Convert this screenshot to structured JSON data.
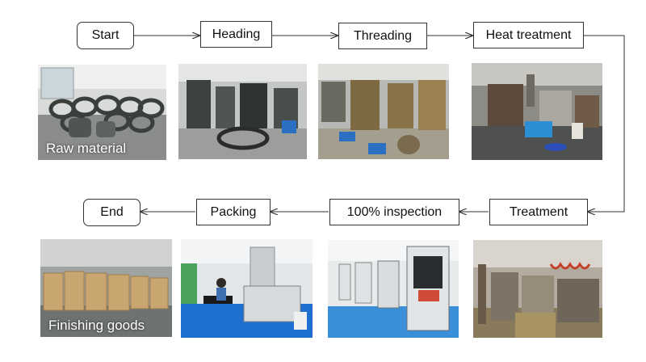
{
  "flow": {
    "start": "Start",
    "heading": "Heading",
    "threading": "Threading",
    "heat_treatment": "Heat treatment",
    "treatment": "Treatment",
    "inspection": "100% inspection",
    "packing": "Packing",
    "end": "End"
  },
  "photos": {
    "raw_material": {
      "caption": "Raw material"
    },
    "heading": {
      "caption": ""
    },
    "threading": {
      "caption": ""
    },
    "heat_treatment": {
      "caption": ""
    },
    "finishing_goods": {
      "caption": "Finishing goods"
    },
    "packing": {
      "caption": ""
    },
    "inspection": {
      "caption": ""
    },
    "treatment": {
      "caption": ""
    }
  },
  "colors": {
    "arrow": "#333333",
    "box_border": "#333333",
    "factory_floor": "#5a5f63",
    "packing_floor": "#1f6fd1",
    "inspection_floor": "#3a8fd8"
  }
}
